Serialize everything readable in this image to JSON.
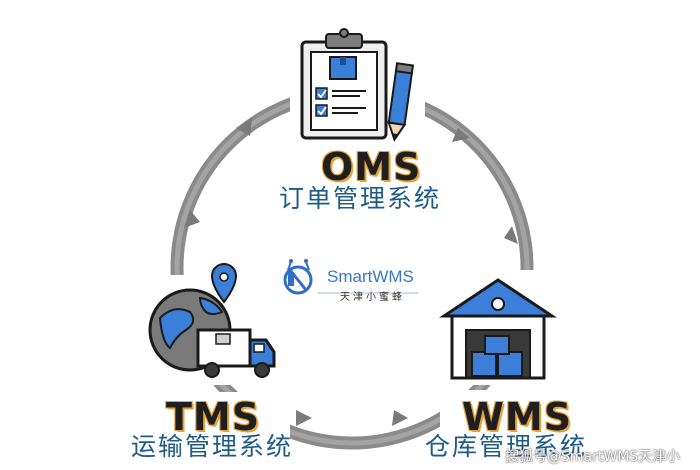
{
  "nodes": {
    "oms": {
      "abbr": "OMS",
      "name": "订单管理系统"
    },
    "wms": {
      "abbr": "WMS",
      "name": "仓库管理系统"
    },
    "tms": {
      "abbr": "TMS",
      "name": "运输管理系统"
    }
  },
  "brand": {
    "name": "SmartWMS",
    "subtitle": "天津小蜜蜂"
  },
  "watermark": "搜狐号@SmartWMS天津小",
  "colors": {
    "cycle_ring": "#8a8a8a",
    "accent_blue": "#2f6fc6",
    "label_outline": "#e9a23b",
    "cn_text": "#1f5b86"
  },
  "icons": {
    "oms": "clipboard-checklist-icon",
    "wms": "warehouse-icon",
    "tms": "globe-truck-icon",
    "brand": "bee-logo-icon"
  }
}
